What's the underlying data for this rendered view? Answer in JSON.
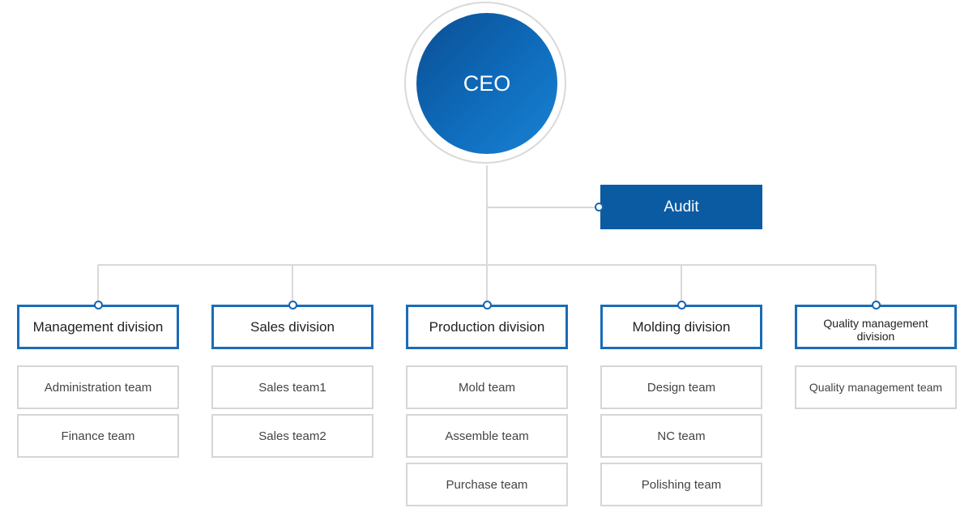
{
  "ceo": {
    "label": "CEO"
  },
  "audit": {
    "label": "Audit"
  },
  "divisions": [
    {
      "label": "Management division",
      "teams": [
        "Administration team",
        "Finance team"
      ]
    },
    {
      "label": "Sales division",
      "teams": [
        "Sales team1",
        "Sales team2"
      ]
    },
    {
      "label": "Production division",
      "teams": [
        "Mold team",
        "Assemble team",
        "Purchase team"
      ]
    },
    {
      "label": "Molding division",
      "teams": [
        "Design team",
        "NC team",
        "Polishing team"
      ]
    },
    {
      "label": "Quality management division",
      "teams": [
        "Quality management team"
      ]
    }
  ],
  "colors": {
    "primary": "#1a6cb8",
    "audit_bg": "#0b5ba3",
    "connector": "#d9d9d9",
    "team_border": "#d6d6d6"
  }
}
